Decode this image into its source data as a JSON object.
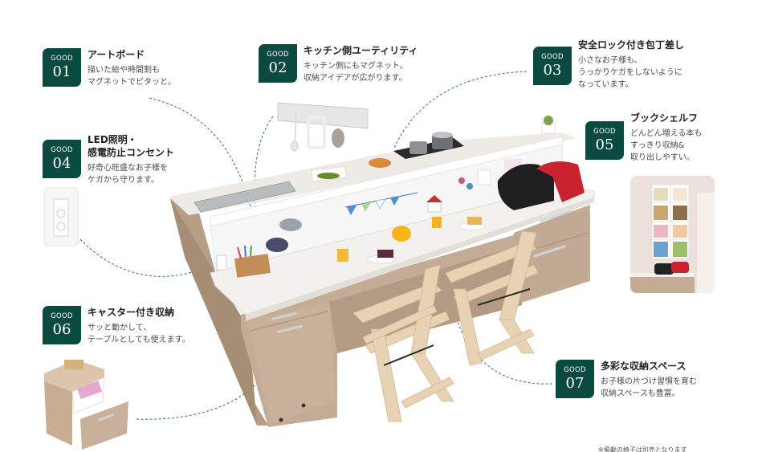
{
  "theme": {
    "badge_color": "#0b4a40",
    "leader_color": "#2f6f66",
    "wood_color": "#c4ab95",
    "counter_color": "#f3f1ed"
  },
  "features": [
    {
      "badge_label": "GOOD",
      "number": "01",
      "title": "アートボード",
      "desc_lines": [
        "描いた絵や時間割も",
        "マグネットでピタッと。"
      ]
    },
    {
      "badge_label": "GOOD",
      "number": "02",
      "title": "キッチン側ユーティリティ",
      "desc_lines": [
        "キッチン側にもマグネット。",
        "収納アイデアが広がります。"
      ]
    },
    {
      "badge_label": "GOOD",
      "number": "03",
      "title": "安全ロック付き包丁差し",
      "desc_lines": [
        "小さなお子様も、",
        "うっかりケガをしないように",
        "なっています。"
      ]
    },
    {
      "badge_label": "GOOD",
      "number": "04",
      "title_lines": [
        "LED照明・",
        "感電防止コンセント"
      ],
      "desc_lines": [
        "好奇心旺盛なお子様を",
        "ケガから守ります。"
      ]
    },
    {
      "badge_label": "GOOD",
      "number": "05",
      "title": "ブックシェルフ",
      "desc_lines": [
        "どんどん増える本も",
        "すっきり収納&",
        "取り出しやすい。"
      ]
    },
    {
      "badge_label": "GOOD",
      "number": "06",
      "title": "キャスター付き収納",
      "desc_lines": [
        "サッと動かして、",
        "テーブルとしても使えます。"
      ]
    },
    {
      "badge_label": "GOOD",
      "number": "07",
      "title": "多彩な収納スペース",
      "desc_lines": [
        "お子様の片づけ習慣を育む",
        "収納スペースも豊富。"
      ]
    }
  ],
  "footnote": "※掲載の椅子は別売となります"
}
